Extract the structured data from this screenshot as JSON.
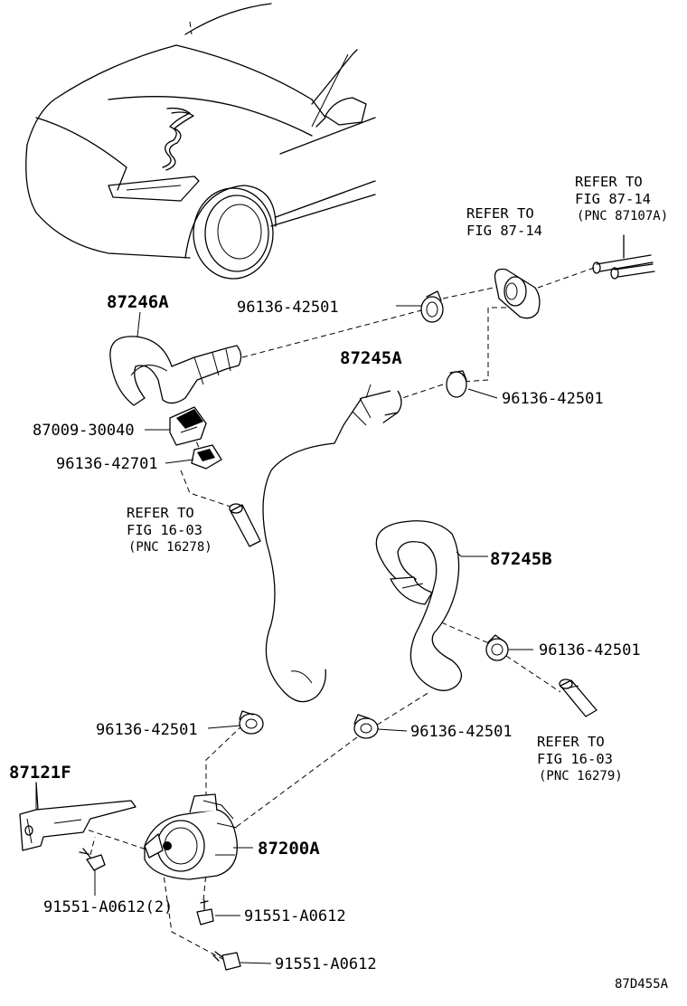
{
  "labels": {
    "hose_upper_left": "87246A",
    "hose_main": "87245A",
    "hose_right": "87245B",
    "bracket": "87121F",
    "pump": "87200A",
    "valve": "87009-30040",
    "clamp_upper": "96136-42501",
    "clamp_mid_right": "96136-42501",
    "clamp_left": "96136-42701",
    "clamp_right": "96136-42501",
    "clamp_bottom_left": "96136-42501",
    "clamp_bottom_mid": "96136-42501",
    "bolt_bracket": "91551-A0612(2)",
    "bolt_pump_1": "91551-A0612",
    "bolt_pump_2": "91551-A0612"
  },
  "refs": {
    "ref_top_right": {
      "line1": "REFER TO",
      "line2": "FIG 87-14",
      "line3": "(PNC 87107A)"
    },
    "ref_top_mid": {
      "line1": "REFER TO",
      "line2": "FIG 87-14"
    },
    "ref_left": {
      "line1": "REFER TO",
      "line2": "FIG 16-03",
      "line3": "(PNC 16278)"
    },
    "ref_bottom_right": {
      "line1": "REFER TO",
      "line2": "FIG 16-03",
      "line3": "(PNC 16279)"
    }
  },
  "figure_code": "87D455A"
}
